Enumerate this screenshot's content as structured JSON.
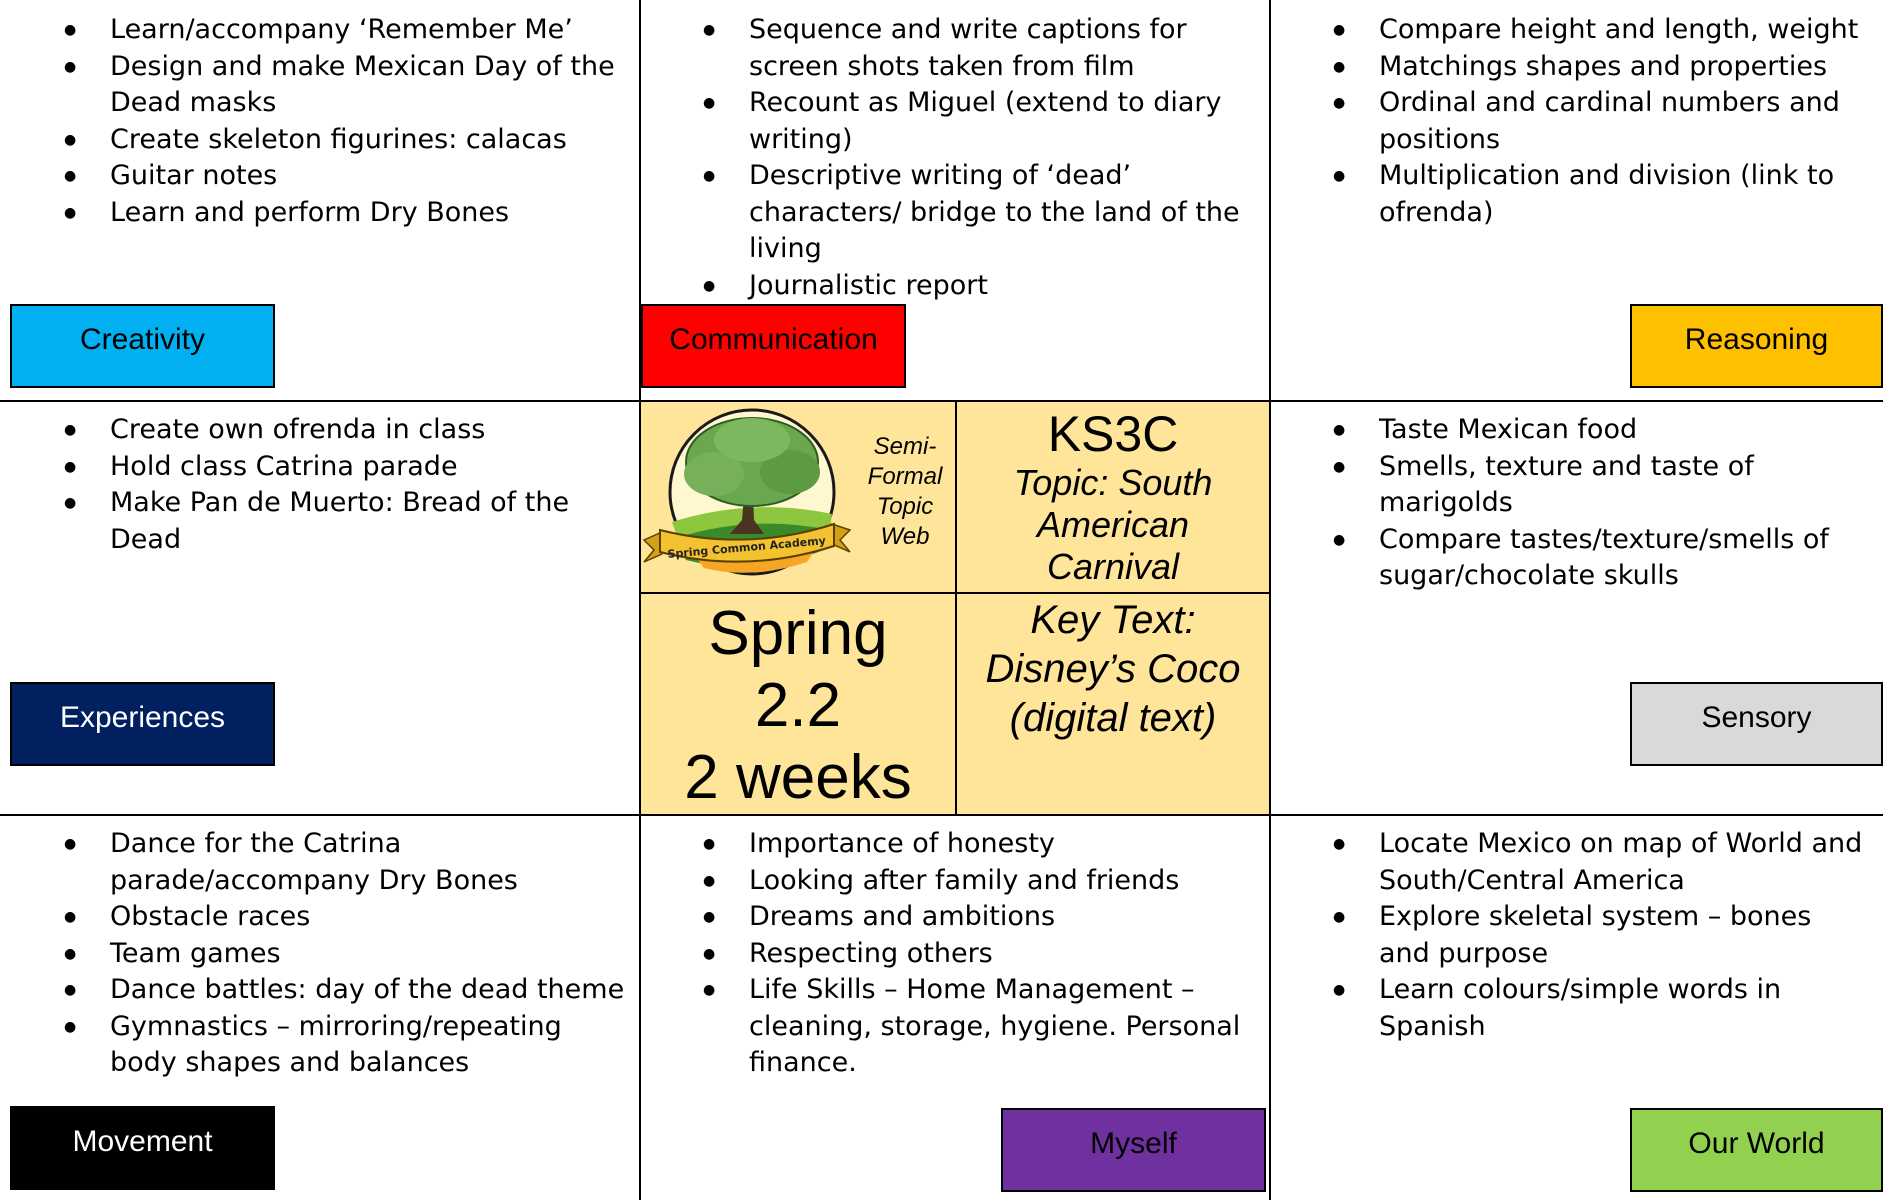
{
  "cells": {
    "creativity": {
      "items": [
        "Learn/accompany ‘Remember Me’",
        "Design and make Mexican Day of the Dead masks",
        "Create skeleton figurines: calacas",
        "Guitar notes",
        "Learn and perform Dry Bones"
      ],
      "label": "Creativity",
      "color": "#00b0f0"
    },
    "communication": {
      "items": [
        "Sequence and write captions for screen shots taken from film",
        "Recount as Miguel (extend to diary writing)",
        "Descriptive writing of ‘dead’ characters/ bridge to the land of the living",
        "Journalistic report"
      ],
      "label": "Communication",
      "color": "#ff0000"
    },
    "reasoning": {
      "items": [
        "Compare height and length, weight",
        "Matchings shapes and properties",
        "Ordinal and cardinal numbers and positions",
        "Multiplication and division (link to ofrenda)"
      ],
      "label": "Reasoning",
      "color": "#ffc000"
    },
    "experiences": {
      "items": [
        "Create own ofrenda in class",
        "Hold class Catrina parade",
        "Make Pan de Muerto: Bread of the Dead"
      ],
      "label": "Experiences",
      "color": "#002060"
    },
    "sensory": {
      "items": [
        "Taste Mexican food",
        "Smells, texture and taste of marigolds",
        "Compare tastes/texture/smells of sugar/chocolate skulls"
      ],
      "label": "Sensory",
      "color": "#d9d9d9"
    },
    "movement": {
      "items": [
        "Dance for the Catrina parade/accompany Dry Bones",
        "Obstacle races",
        "Team games",
        "Dance battles: day of the dead theme",
        "Gymnastics – mirroring/repeating body shapes and balances"
      ],
      "label": "Movement",
      "color": "#000000"
    },
    "myself": {
      "items": [
        "Importance of honesty",
        "Looking after family and friends",
        "Dreams and ambitions",
        "Respecting others",
        "Life Skills – Home Management – cleaning, storage, hygiene.  Personal finance."
      ],
      "label": "Myself",
      "color": "#7030a0"
    },
    "our_world": {
      "items": [
        "Locate Mexico on map of World and South/Central America",
        "Explore skeletal system – bones and purpose",
        "Learn colours/simple words in Spanish"
      ],
      "label": "Our World",
      "color": "#92d050"
    }
  },
  "center": {
    "logo_text": "Spring Common Academy",
    "subtitle": [
      "Semi-",
      "Formal",
      "Topic",
      "Web"
    ],
    "class_code": "KS3C",
    "topic_lines": [
      "Topic: South",
      "American",
      "Carnival"
    ],
    "term_lines": [
      "Spring",
      "2.2",
      "2 weeks"
    ],
    "key_text_lines": [
      "Key Text:",
      "Disney’s Coco",
      "(digital text)"
    ],
    "background": "#ffe59a"
  }
}
